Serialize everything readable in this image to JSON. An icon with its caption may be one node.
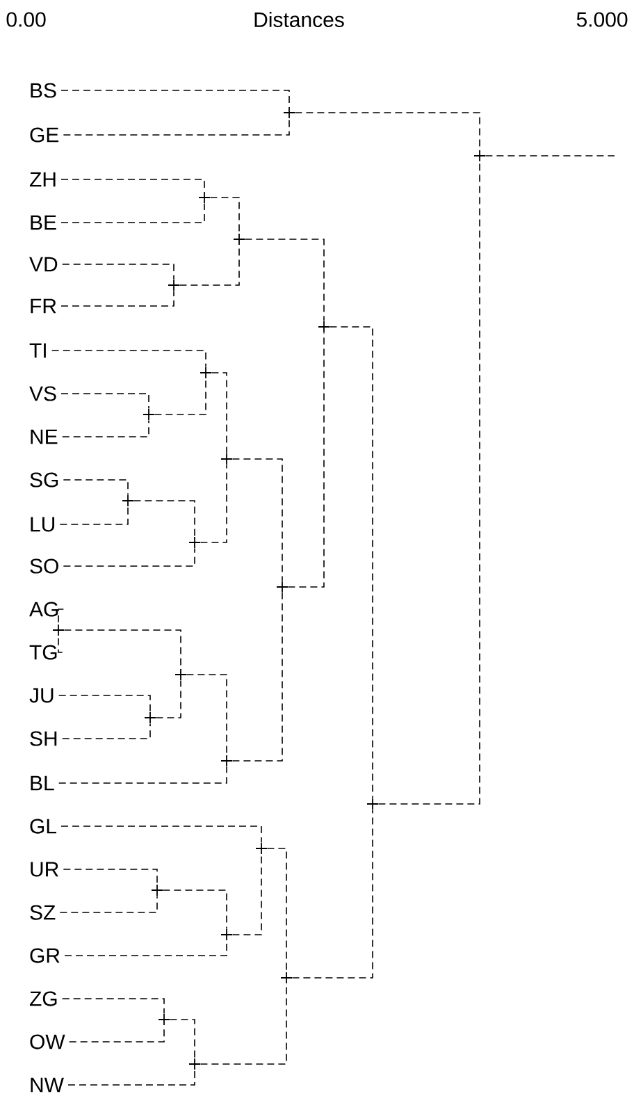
{
  "diagram": {
    "nodes": [
      {
        "text": [
          "BS"
        ]
      },
      {
        "text": [
          "GE"
        ]
      },
      {
        "text": [
          "ZH"
        ]
      },
      {
        "text": [
          "BE"
        ]
      },
      {
        "text": [
          "VD"
        ]
      },
      {
        "text": [
          "FR"
        ]
      },
      {
        "text": [
          "TI"
        ]
      },
      {
        "text": [
          "VS"
        ]
      },
      {
        "text": [
          "NE"
        ]
      },
      {
        "text": [
          "SG"
        ]
      },
      {
        "text": [
          "LU"
        ]
      },
      {
        "text": [
          "SO"
        ]
      },
      {
        "text": [
          "AG"
        ]
      },
      {
        "text": [
          "TG"
        ]
      },
      {
        "text": [
          "JU"
        ]
      },
      {
        "text": [
          "SH"
        ]
      },
      {
        "text": [
          "BL"
        ]
      },
      {
        "text": [
          "GL"
        ]
      },
      {
        "text": [
          "UR"
        ]
      },
      {
        "text": [
          "SZ"
        ]
      },
      {
        "text": [
          "GR"
        ]
      },
      {
        "text": [
          "ZG"
        ]
      },
      {
        "text": [
          "OW"
        ]
      },
      {
        "text": [
          "NW"
        ]
      },
      {
        "text": [],
        "shape": "cross"
      },
      {
        "text": [],
        "shape": "cross"
      },
      {
        "text": [],
        "shape": "cross"
      },
      {
        "text": [],
        "shape": "cross"
      },
      {
        "text": [],
        "shape": "cross"
      },
      {
        "text": [],
        "shape": "cross"
      },
      {
        "text": [],
        "shape": "cross"
      },
      {
        "text": [],
        "shape": "cross"
      },
      {
        "text": [],
        "shape": "cross"
      },
      {
        "text": [],
        "shape": "cross"
      },
      {
        "text": [],
        "shape": "cross"
      },
      {
        "text": [],
        "shape": "cross"
      },
      {
        "text": [],
        "shape": "cross"
      },
      {
        "text": [],
        "shape": "cross"
      },
      {
        "text": [],
        "shape": "cross"
      },
      {
        "text": [],
        "shape": "cross"
      },
      {
        "text": [],
        "shape": "cross"
      },
      {
        "text": [],
        "shape": "cross"
      },
      {
        "text": [],
        "shape": "cross"
      },
      {
        "text": [],
        "shape": "cross"
      },
      {
        "text": [],
        "shape": "cross"
      },
      {
        "text": [],
        "shape": "cross"
      },
      {
        "text": [],
        "shape": "cross"
      }
    ],
    "edges": [
      {
        "from": 0,
        "to": 24,
        "arrow": "none"
      },
      {
        "from": 1,
        "to": 24,
        "arrow": "none"
      },
      {
        "from": 2,
        "to": 25,
        "arrow": "none"
      },
      {
        "from": 3,
        "to": 25,
        "arrow": "none"
      },
      {
        "from": 4,
        "to": 26,
        "arrow": "none"
      },
      {
        "from": 5,
        "to": 26,
        "arrow": "none"
      },
      {
        "from": 25,
        "to": 27,
        "arrow": "none"
      },
      {
        "from": 26,
        "to": 27,
        "arrow": "none"
      },
      {
        "from": 7,
        "to": 28,
        "arrow": "none"
      },
      {
        "from": 8,
        "to": 28,
        "arrow": "none"
      },
      {
        "from": 6,
        "to": 29,
        "arrow": "none"
      },
      {
        "from": 28,
        "to": 29,
        "arrow": "none"
      },
      {
        "from": 9,
        "to": 30,
        "arrow": "none"
      },
      {
        "from": 10,
        "to": 30,
        "arrow": "none"
      },
      {
        "from": 30,
        "to": 31,
        "arrow": "none"
      },
      {
        "from": 11,
        "to": 31,
        "arrow": "none"
      },
      {
        "from": 29,
        "to": 32,
        "arrow": "none"
      },
      {
        "from": 31,
        "to": 32,
        "arrow": "none"
      },
      {
        "from": 12,
        "to": 33,
        "arrow": "none"
      },
      {
        "from": 13,
        "to": 33,
        "arrow": "none"
      },
      {
        "from": 14,
        "to": 34,
        "arrow": "none"
      },
      {
        "from": 15,
        "to": 34,
        "arrow": "none"
      },
      {
        "from": 33,
        "to": 35,
        "arrow": "none"
      },
      {
        "from": 34,
        "to": 35,
        "arrow": "none"
      },
      {
        "from": 35,
        "to": 36,
        "arrow": "none"
      },
      {
        "from": 16,
        "to": 36,
        "arrow": "none"
      },
      {
        "from": 32,
        "to": 37,
        "arrow": "none"
      },
      {
        "from": 36,
        "to": 37,
        "arrow": "none"
      },
      {
        "from": 27,
        "to": 38,
        "arrow": "none"
      },
      {
        "from": 37,
        "to": 38,
        "arrow": "none"
      },
      {
        "from": 18,
        "to": 39,
        "arrow": "none"
      },
      {
        "from": 19,
        "to": 39,
        "arrow": "none"
      },
      {
        "from": 39,
        "to": 40,
        "arrow": "none"
      },
      {
        "from": 20,
        "to": 40,
        "arrow": "none"
      },
      {
        "from": 17,
        "to": 41,
        "arrow": "none"
      },
      {
        "from": 40,
        "to": 41,
        "arrow": "none"
      },
      {
        "from": 21,
        "to": 42,
        "arrow": "none"
      },
      {
        "from": 22,
        "to": 42,
        "arrow": "none"
      },
      {
        "from": 42,
        "to": 43,
        "arrow": "none"
      },
      {
        "from": 23,
        "to": 43,
        "arrow": "none"
      },
      {
        "from": 41,
        "to": 44,
        "arrow": "none"
      },
      {
        "from": 43,
        "to": 44,
        "arrow": "none"
      },
      {
        "from": 38,
        "to": 45,
        "arrow": "none"
      },
      {
        "from": 44,
        "to": 45,
        "arrow": "none"
      },
      {
        "from": 24,
        "to": 46,
        "arrow": "none"
      },
      {
        "from": 45,
        "to": 46,
        "arrow": "none"
      },
      {
        "from": 46,
        "to": null,
        "arrow": "none"
      }
    ],
    "labels": [
      "0.00",
      "Distances",
      "5.000"
    ]
  }
}
